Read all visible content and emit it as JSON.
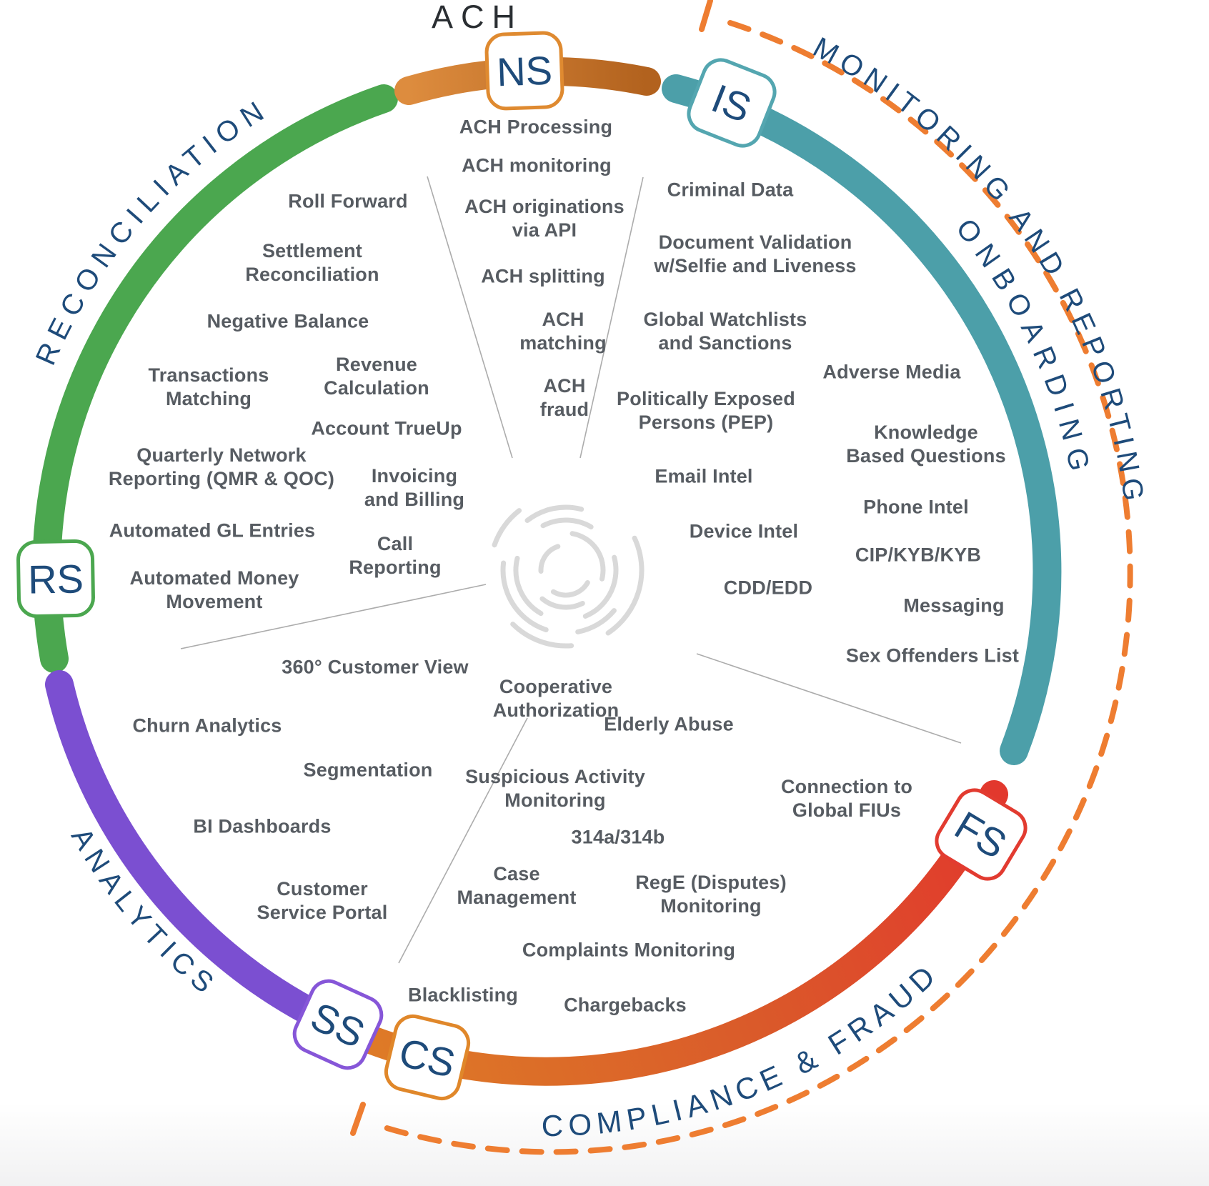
{
  "outer_ring": {
    "label": "MONITORING AND REPORTING"
  },
  "sectors": {
    "ach": {
      "label": "ACH",
      "badge": "NS",
      "items": [
        "ACH Processing",
        "ACH monitoring",
        "ACH originations\nvia API",
        "ACH splitting",
        "ACH\nmatching",
        "ACH\nfraud"
      ]
    },
    "onboarding": {
      "label": "ONBOARDING",
      "badge": "IS",
      "items": [
        "Criminal Data",
        "Document Validation\nw/Selfie and Liveness",
        "Global Watchlists\nand Sanctions",
        "Adverse Media",
        "Politically Exposed\nPersons (PEP)",
        "Knowledge\nBased Questions",
        "Email Intel",
        "Phone Intel",
        "Device Intel",
        "CIP/KYB/KYB",
        "CDD/EDD",
        "Messaging",
        "Sex Offenders List"
      ]
    },
    "compliance": {
      "label": "COMPLIANCE & FRAUD",
      "badge_fs": "FS",
      "badge_cs": "CS",
      "items": [
        "Cooperative\nAuthorization",
        "Elderly Abuse",
        "Suspicious Activity\nMonitoring",
        "Connection to\nGlobal FIUs",
        "314a/314b",
        "Case\nManagement",
        "RegE (Disputes)\nMonitoring",
        "Complaints Monitoring",
        "Blacklisting",
        "Chargebacks"
      ]
    },
    "analytics": {
      "label": "ANALYTICS",
      "badge": "SS",
      "items": [
        "360° Customer View",
        "Churn Analytics",
        "Segmentation",
        "BI Dashboards",
        "Customer\nService Portal"
      ]
    },
    "reconciliation": {
      "label": "RECONCILIATION",
      "badge": "RS",
      "items": [
        "Roll Forward",
        "Settlement\nReconciliation",
        "Negative Balance",
        "Transactions\nMatching",
        "Revenue\nCalculation",
        "Account TrueUp",
        "Quarterly Network\nReporting (QMR & QOC)",
        "Invoicing\nand Billing",
        "Automated GL Entries",
        "Call\nReporting",
        "Automated Money\nMovement"
      ]
    }
  },
  "colors": {
    "green": "#4BA74F",
    "teal": "#4C9FA9",
    "purple": "#7B4FD1",
    "red": "#E2382D",
    "orange": "#DE7B27",
    "orange_light": "#DD8C3E",
    "orange_dark": "#B2621E",
    "dashed_orange": "#EE7D31",
    "navy": "#1E4B7A",
    "item_text_gray": "#575C62",
    "title_dark": "#2A2E32",
    "logo_gray": "#D9D9D9",
    "divider_gray": "#ACACAC",
    "badge_ns_border": "#DF8A30",
    "badge_is_border": "#54A6B0",
    "badge_fs_border": "#E23B30",
    "badge_cs_border": "#E0872A",
    "badge_ss_border": "#8656D8",
    "badge_rs_border": "#4BA74F"
  }
}
